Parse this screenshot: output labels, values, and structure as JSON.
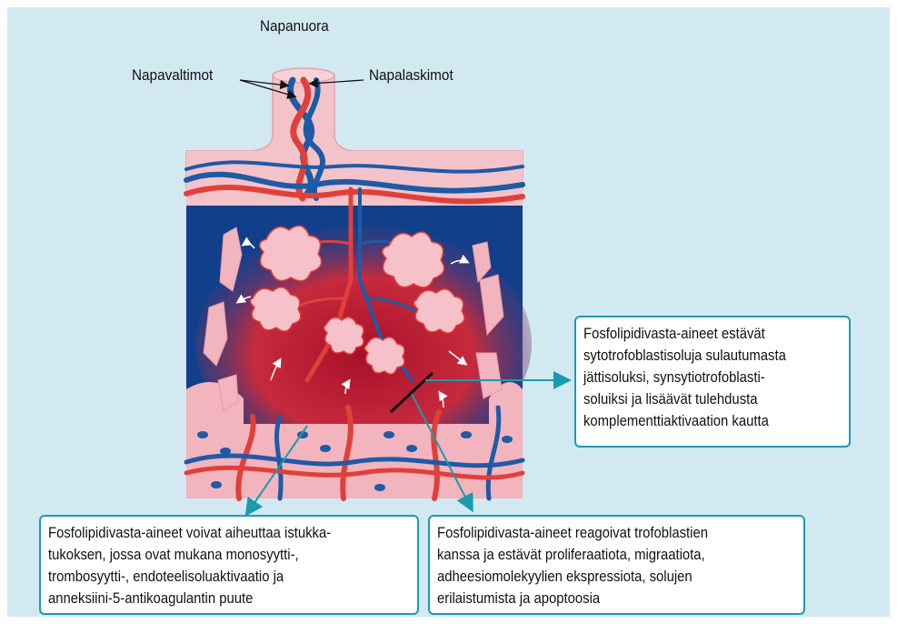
{
  "labels": {
    "umbilical_cord": "Napanuora",
    "umbilical_arteries": "Napavaltimot",
    "umbilical_veins": "Napalaskimot"
  },
  "callouts": {
    "right": [
      "Fosfolipidivasta-aineet estävät",
      "sytotrofoblastisoluja sulautumasta",
      "jättisoluksi, synsytiotrofoblasti-",
      "soluiksi ja lisäävät tulehdusta",
      "komplementtiaktivaation kautta"
    ],
    "bottom_left": [
      "Fosfolipidivasta-aineet voivat aiheuttaa istukka-",
      "tukoksen, jossa ovat mukana monosyytti-,",
      "trombosyytti-, endoteelisoluaktivaatio ja",
      "anneksiini-5-antikoagulantin puute"
    ],
    "bottom_right": [
      "Fosfolipidivasta-aineet reagoivat trofoblastien",
      "kanssa ja estävät proliferaatiota, migraatiota,",
      "adheesiomolekyylien ekspressiota, solujen",
      "erilaistumista ja apoptoosia"
    ]
  },
  "colors": {
    "background": "#d3e9f1",
    "artery_red": "#e0403a",
    "vein_blue": "#1f5aa6",
    "maternal_blood_blue": "#123f8a",
    "tissue_pink": "#f2b4bd",
    "callout_border": "#1a9bb0"
  }
}
